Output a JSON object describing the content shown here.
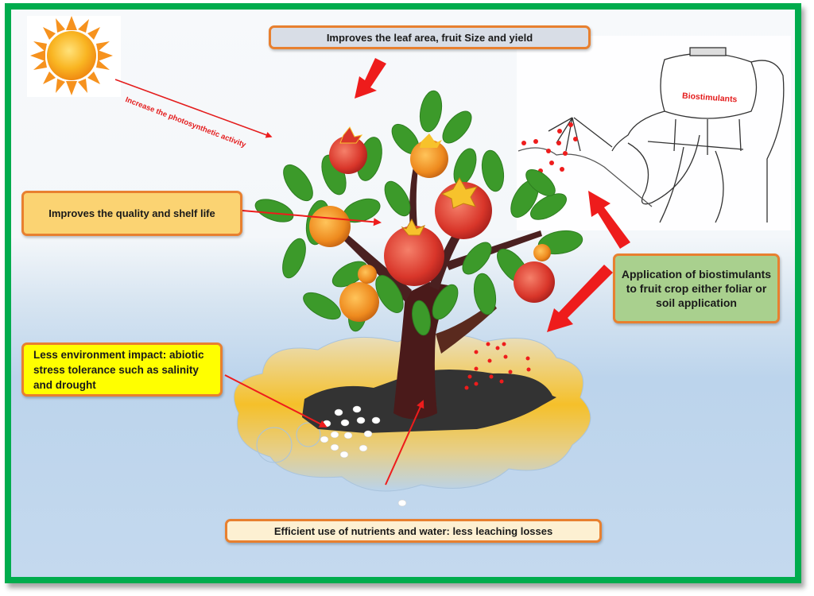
{
  "title": "Role of biostimulants in fruit crops",
  "labels": {
    "top": "Improves the leaf area, fruit Size and yield",
    "sun_arrow": "Increase the photosynthetic activity",
    "quality": "Improves the quality and shelf life",
    "environment": "Less environment impact: abiotic stress tolerance such as salinity and drought",
    "application": "Application of biostimulants to fruit crop either foliar or soil application",
    "sprayer_tank": "Biostimulants",
    "efficiency": "Efficient use of nutrients and water: less leaching losses"
  },
  "icons": [
    "sun-icon",
    "pomegranate-tree-icon",
    "knapsack-sprayer-icon",
    "soil-cloud-icon"
  ],
  "colors": {
    "frame_border": "#00ac4d",
    "box_border": "#e8802f",
    "arrow_red": "#ee1c1c",
    "top_box_fill": "#d8dde6",
    "quality_box_fill": "#fbd372",
    "environment_box_fill": "#ffff00",
    "application_box_fill": "#a9d08e",
    "efficiency_box_fill": "#fdf0d2"
  }
}
